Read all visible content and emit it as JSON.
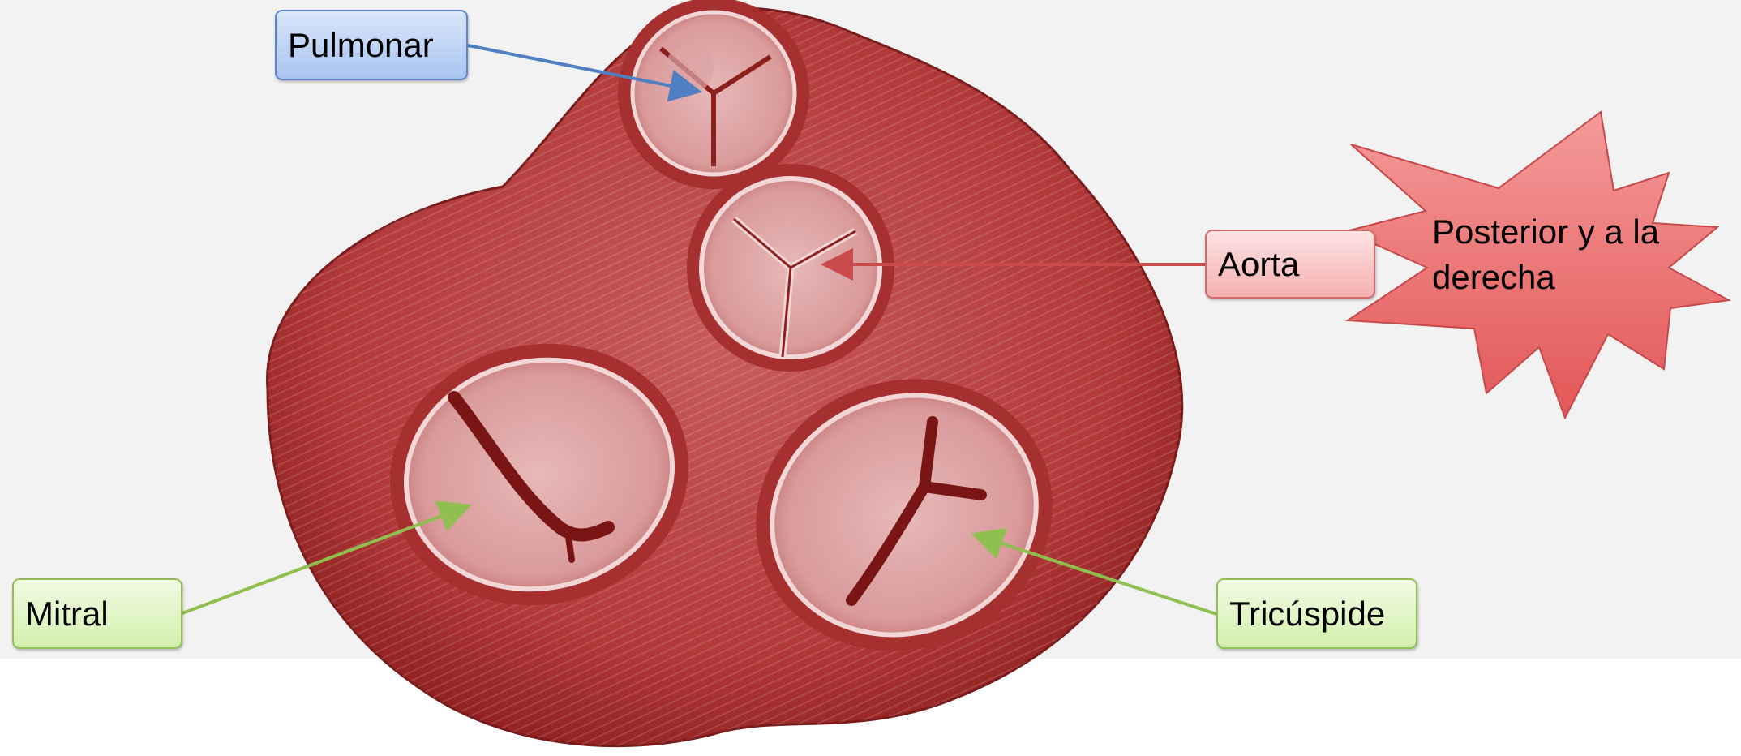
{
  "labels": {
    "pulmonar": "Pulmonar",
    "aorta": "Aorta",
    "mitral": "Mitral",
    "tricuspide": "Tricúspide"
  },
  "callout": {
    "text": "Posterior y a la derecha"
  },
  "colors": {
    "heart": "#b23a3a",
    "heart_dark": "#8e1f1f",
    "valve_fill": "#dda0a0",
    "blue_arrow": "#4f7fc0",
    "red_arrow": "#c84a4a",
    "green_arrow": "#8fbf4f",
    "star_fill": "#ee7272",
    "star_stroke": "#c74848"
  }
}
